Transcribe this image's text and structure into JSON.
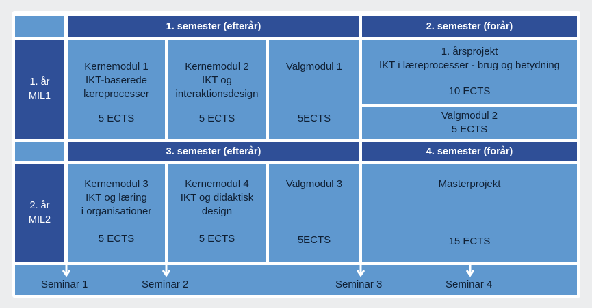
{
  "semesters": {
    "s1": "1. semester (efterår)",
    "s2": "2. semester (forår)",
    "s3": "3. semester (efterår)",
    "s4": "4. semester (forår)"
  },
  "years": {
    "y1": {
      "line1": "1. år",
      "line2": "MIL1"
    },
    "y2": {
      "line1": "2. år",
      "line2": "MIL2"
    }
  },
  "modules": {
    "km1": {
      "lines": [
        "Kernemodul 1",
        "IKT-baserede",
        "læreprocesser"
      ],
      "ects": "5 ECTS"
    },
    "km2": {
      "lines": [
        "Kernemodul 2",
        "IKT og",
        "interaktionsdesign"
      ],
      "ects": "5 ECTS"
    },
    "vm1": {
      "lines": [
        "Valgmodul 1"
      ],
      "ects": "5ECTS"
    },
    "proj1": {
      "lines": [
        "1. årsprojekt",
        "IKT i læreprocesser - brug og betydning"
      ],
      "ects": "10 ECTS"
    },
    "vm2": {
      "lines": [
        "Valgmodul 2"
      ],
      "ects": "5 ECTS"
    },
    "km3": {
      "lines": [
        "Kernemodul 3",
        "IKT og læring",
        "i organisationer"
      ],
      "ects": "5 ECTS"
    },
    "km4": {
      "lines": [
        "Kernemodul 4",
        "IKT og didaktisk",
        "design"
      ],
      "ects": "5 ECTS"
    },
    "vm3": {
      "lines": [
        "Valgmodul 3"
      ],
      "ects": "5ECTS"
    },
    "master": {
      "lines": [
        "Masterprojekt"
      ],
      "ects": "15 ECTS"
    }
  },
  "seminars": [
    "Seminar 1",
    "Seminar 2",
    "Seminar 3",
    "Seminar 4"
  ],
  "colors": {
    "dark": "#2f4f97",
    "light": "#5f98cf",
    "background": "#ecedee",
    "text": "#0f1f33"
  }
}
